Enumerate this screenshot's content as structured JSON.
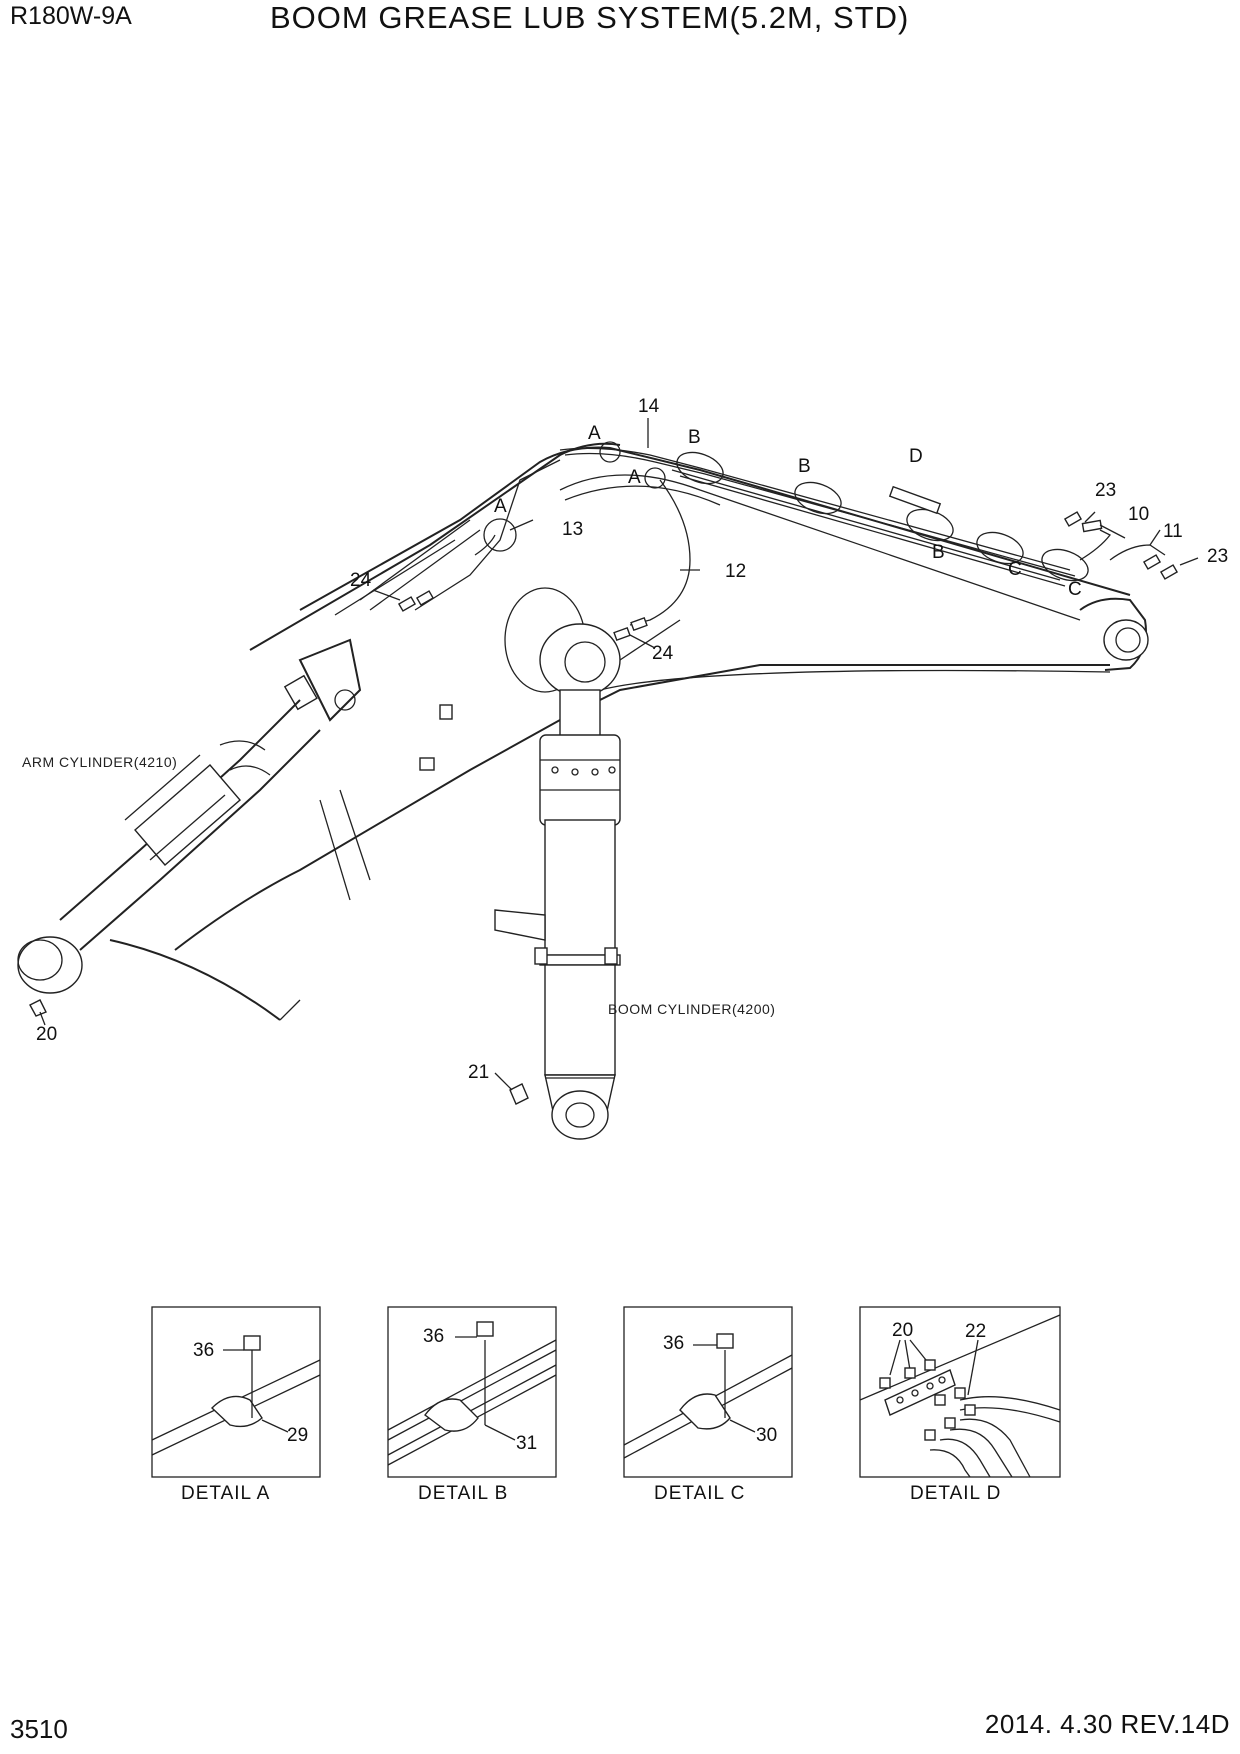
{
  "header": {
    "model": "R180W-9A",
    "title": "BOOM GREASE LUB SYSTEM(5.2M, STD)"
  },
  "footer": {
    "page_number": "3510",
    "revision": "2014. 4.30  REV.14D"
  },
  "components": {
    "arm_cylinder": "ARM CYLINDER(4210)",
    "boom_cylinder": "BOOM CYLINDER(4200)"
  },
  "callouts": {
    "p14": "14",
    "p13": "13",
    "p12": "12",
    "p10": "10",
    "p11": "11",
    "p23a": "23",
    "p23b": "23",
    "p24a": "24",
    "p24b": "24",
    "p20": "20",
    "p21": "21"
  },
  "view_markers": {
    "a1": "A",
    "a2": "A",
    "a3": "A",
    "b1": "B",
    "b2": "B",
    "b3": "B",
    "c1": "C",
    "c2": "C",
    "d1": "D"
  },
  "details": [
    {
      "caption": "DETAIL  A",
      "bolt": "36",
      "clamp": "29"
    },
    {
      "caption": "DETAIL  B",
      "bolt": "36",
      "clamp": "31"
    },
    {
      "caption": "DETAIL  C",
      "bolt": "36",
      "clamp": "30"
    },
    {
      "caption": "DETAIL  D",
      "fitting": "20",
      "hose_fitting": "22"
    }
  ]
}
